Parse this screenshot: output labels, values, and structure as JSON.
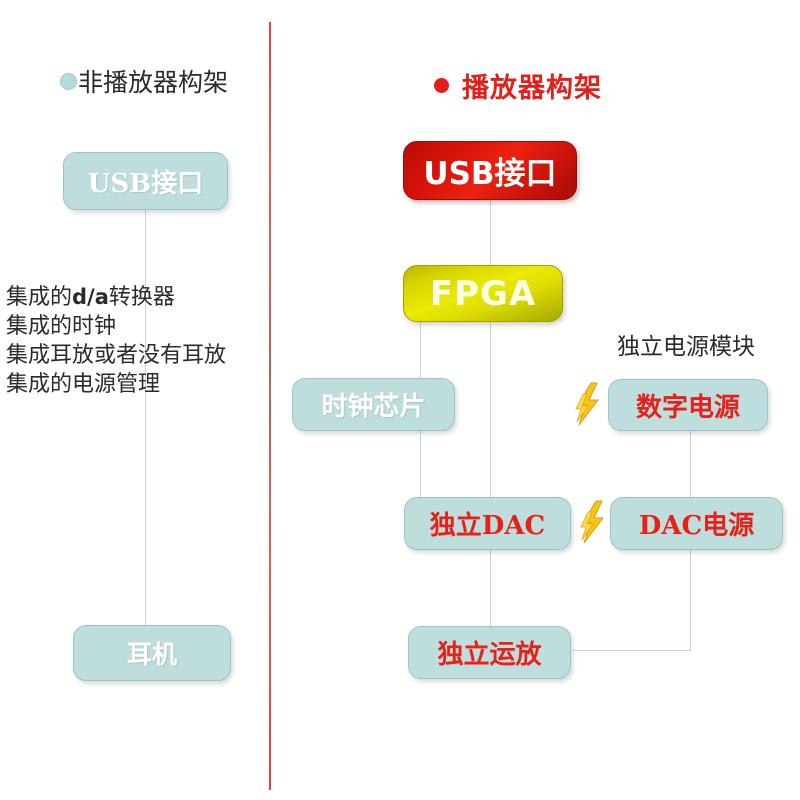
{
  "diagram": {
    "title_left": "非播放器构架",
    "title_right": "播放器构架",
    "divider_color": "#e8403a",
    "accent_red": "#e2201b",
    "accent_teal": "#bedede",
    "accent_yellow": "#eaea05"
  },
  "left_column": {
    "heading": "非播放器构架",
    "bullet_icon": "circle-bullet-teal",
    "boxes": [
      {
        "label": "USB接口",
        "style": "teal-white-text"
      },
      {
        "label": "耳机",
        "style": "teal-white-text"
      }
    ],
    "notes": [
      "集成的d/a转换器",
      "集成的时钟",
      "集成耳放或者没有耳放",
      "集成的电源管理"
    ],
    "notes_parts": {
      "line1_pre": "集成的",
      "line1_mid": "d/a",
      "line1_post": "转换器"
    }
  },
  "right_column": {
    "heading": "播放器构架",
    "bullet_icon": "circle-bullet-red",
    "power_group_label": "独立电源模块",
    "boxes": [
      {
        "label": "USB接口",
        "style": "red-gradient"
      },
      {
        "label": "FPGA",
        "style": "yellow-gradient"
      },
      {
        "label": "时钟芯片",
        "style": "teal-white-text"
      },
      {
        "label": "数字电源",
        "style": "teal-red-text"
      },
      {
        "label": "独立DAC",
        "style": "teal-red-text"
      },
      {
        "label": "DAC电源",
        "style": "teal-red-text"
      },
      {
        "label": "独立运放",
        "style": "teal-red-text"
      }
    ],
    "bolt_icons": [
      "lightning-bolt-icon",
      "lightning-bolt-icon"
    ]
  }
}
